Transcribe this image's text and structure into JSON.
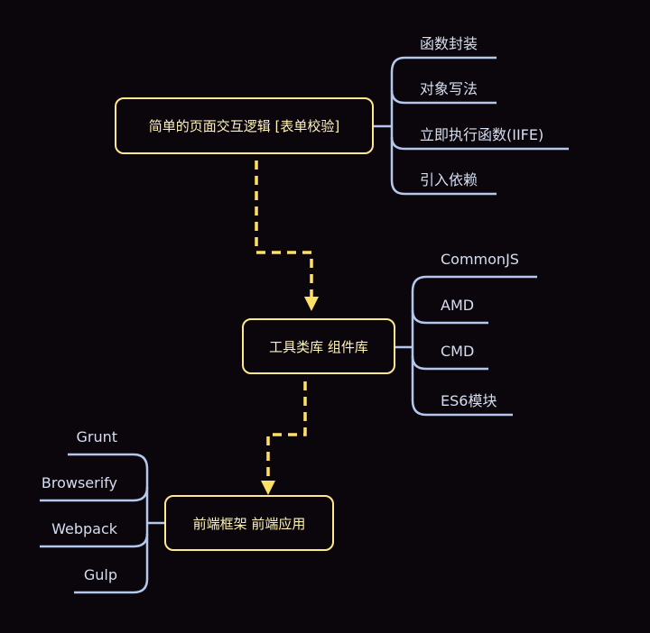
{
  "colors": {
    "background": "#0b060c",
    "node_border": "#ffe98c",
    "node_text": "#fff3b8",
    "connector": "#ffe066",
    "branch": "#b4c8ee",
    "leaf_text": "#d6def0"
  },
  "nodes": {
    "n1": {
      "label": "简单的页面交互逻辑 [表单校验]",
      "children": [
        "函数封装",
        "对象写法",
        "立即执行函数(IIFE)",
        "引入依赖"
      ]
    },
    "n2": {
      "label": "工具类库 组件库",
      "children": [
        "CommonJS",
        "AMD",
        "CMD",
        "ES6模块"
      ]
    },
    "n3": {
      "label": "前端框架 前端应用",
      "children": [
        "Grunt",
        "Browserify",
        "Webpack",
        "Gulp"
      ]
    }
  }
}
